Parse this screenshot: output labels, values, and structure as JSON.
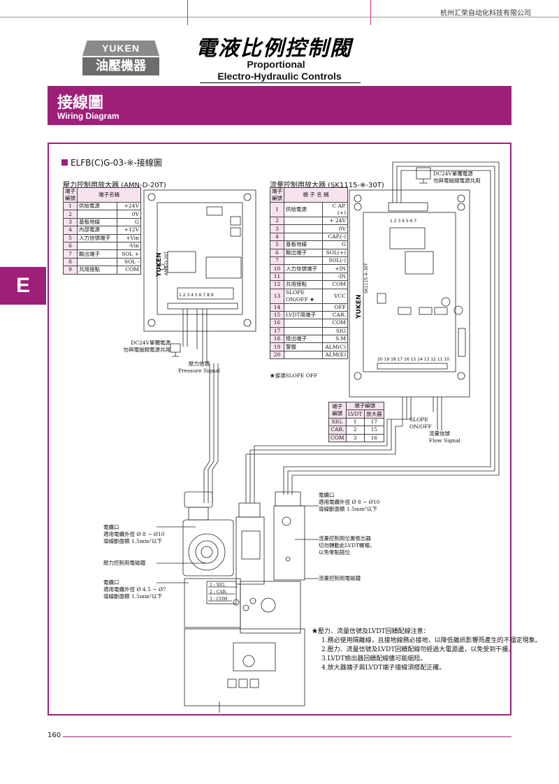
{
  "header": {
    "company": "杭州汇荣自动化科技有限公司",
    "logo_top": "YUKEN",
    "logo_bottom": "油壓機器",
    "title_cn": "電液比例控制閥",
    "title_en1": "Proportional",
    "title_en2": "Electro-Hydraulic Controls"
  },
  "banner": {
    "title_cn": "接線圖",
    "title_en": "Wiring Diagram"
  },
  "side_tab": "E",
  "diagram": {
    "title": "ELFB(C)G-03-※-接線圖",
    "pressure_amp_title": "壓力控制用放大器 (AMN-D-20T)",
    "flow_amp_title": "流量控制用放大器 (SK1115-※-30T)"
  },
  "pressure_table": {
    "head_no": "端子編號",
    "head_name": "端子名稱",
    "rows": [
      {
        "no": "1",
        "name": "供給電源",
        "sig": "+24V"
      },
      {
        "no": "2",
        "name": "",
        "sig": "0V"
      },
      {
        "no": "3",
        "name": "基板地線",
        "sig": "G"
      },
      {
        "no": "4",
        "name": "內部電源",
        "sig": "+12V"
      },
      {
        "no": "5",
        "name": "入力信號端子",
        "sig": "+Vin"
      },
      {
        "no": "6",
        "name": "",
        "sig": "-Vin"
      },
      {
        "no": "7",
        "name": "輸出端子",
        "sig": "SOL +"
      },
      {
        "no": "8",
        "name": "",
        "sig": "SOL -"
      },
      {
        "no": "9",
        "name": "共用接點",
        "sig": "COM"
      }
    ]
  },
  "flow_table": {
    "head_no": "端子編號",
    "head_name": "端 子 名 稱",
    "rows": [
      {
        "no": "1",
        "name": "供給電源",
        "sig": "C AP.(+)"
      },
      {
        "no": "2",
        "name": "",
        "sig": "+ 24V"
      },
      {
        "no": "3",
        "name": "",
        "sig": "0V"
      },
      {
        "no": "4",
        "name": "",
        "sig": "CAP.(-)"
      },
      {
        "no": "5",
        "name": "基板地線",
        "sig": "G"
      },
      {
        "no": "6",
        "name": "輸出端子",
        "sig": "SOL(+)"
      },
      {
        "no": "7",
        "name": "",
        "sig": "SOL(-)"
      },
      {
        "no": "10",
        "name": "入力信號端子",
        "sig": "+IN"
      },
      {
        "no": "11",
        "name": "",
        "sig": "-IN"
      },
      {
        "no": "12",
        "name": "共用接點",
        "sig": "COM"
      },
      {
        "no": "13",
        "name": "SLOPE ON/OFF ★",
        "sig": "VCC"
      },
      {
        "no": "14",
        "name": "",
        "sig": "OFF"
      },
      {
        "no": "15",
        "name": "LVDT用端子",
        "sig": "CAR."
      },
      {
        "no": "16",
        "name": "",
        "sig": "COM"
      },
      {
        "no": "17",
        "name": "",
        "sig": "SIG"
      },
      {
        "no": "18",
        "name": "檢出端子",
        "sig": "S.M"
      },
      {
        "no": "19",
        "name": "警報",
        "sig": "ALM(C)"
      },
      {
        "no": "20",
        "name": "",
        "sig": "ALM(E)"
      }
    ],
    "footnote": "★導通SLOPE OFF"
  },
  "lvdt_table": {
    "head_no": "端子編號",
    "head_span": "端子編號",
    "col_lvdt": "LVDT",
    "col_amp": "放大器",
    "rows": [
      {
        "sig": "SIG.",
        "lvdt": "1",
        "amp": "17"
      },
      {
        "sig": "CAR.",
        "lvdt": "2",
        "amp": "15"
      },
      {
        "sig": "COM",
        "lvdt": "3",
        "amp": "16"
      }
    ]
  },
  "labels": {
    "dc24_left_1": "DC24V單獨電源",
    "dc24_left_2": "勿與電磁閥電源共用",
    "pressure_signal_cn": "壓力信號",
    "pressure_signal_en": "Pressure Signal",
    "dc24_right_1": "DC24V單獨電源",
    "dc24_right_2": "勿與電磁閥電源共用",
    "slope": "SLOPE",
    "slope_onoff": "ON/OFF",
    "flow_signal_cn": "流量信號",
    "flow_signal_en": "Flow Signal",
    "amn_terminals": "1 2 3 4 5 6 7 8 9",
    "sk_terminals_top": "1 2 3 4 5 6 7",
    "sk_terminals_bottom": "20 19 18 17 16 15 14 13 12 11 10",
    "amn_model": "AMN-D-20T",
    "sk_model": "SK1115-※-30T",
    "yuken": "YUKEN",
    "cable_port_r": "電纜口",
    "cable_port_r_spec1": "適用電纜外徑 Ø 8 ~ Ø10",
    "cable_port_r_spec2": "導線斷面積 1.5mm²以下",
    "lvdt_detector": "流量控制用位置檢出器",
    "lvdt_warn1": "切勿轉動此LVDT螺帽，",
    "lvdt_warn2": "以免零點錯位",
    "flow_solenoid": "流量控制用電磁鐵",
    "cable_port_l": "電纜口",
    "cable_port_l_spec1": "適用電纜外徑 Ø 8 ~ Ø10",
    "cable_port_l_spec2": "導線斷面積 1.5mm²以下",
    "pressure_solenoid": "壓力控制用電磁鐵",
    "cable_port_l2": "電纜口",
    "cable_port_l2_spec1": "適用電纜外徑 Ø 4.5 ~ Ø7",
    "cable_port_l2_spec2": "導線斷面積 1.5mm²以下",
    "conn_1": "1 : SIG.",
    "conn_2": "2 : CAR.",
    "conn_3": "3 : COM"
  },
  "notes": {
    "title": "★壓力、流量信號及LVDT回饋配線注意：",
    "items": [
      "1.務必使用隔離線，且接地線務必接地，以降低雜訊影響而產生的不穩定現象。",
      "2.壓力、流量信號及LVDT回饋配線勿經過大電源邊，以免受到干擾。",
      "3.LVDT檢出器回饋配線儘可能縮短。",
      "4.放大器端子與LVDT端子接線須搭配正確。"
    ]
  },
  "footer": {
    "page": "160"
  }
}
